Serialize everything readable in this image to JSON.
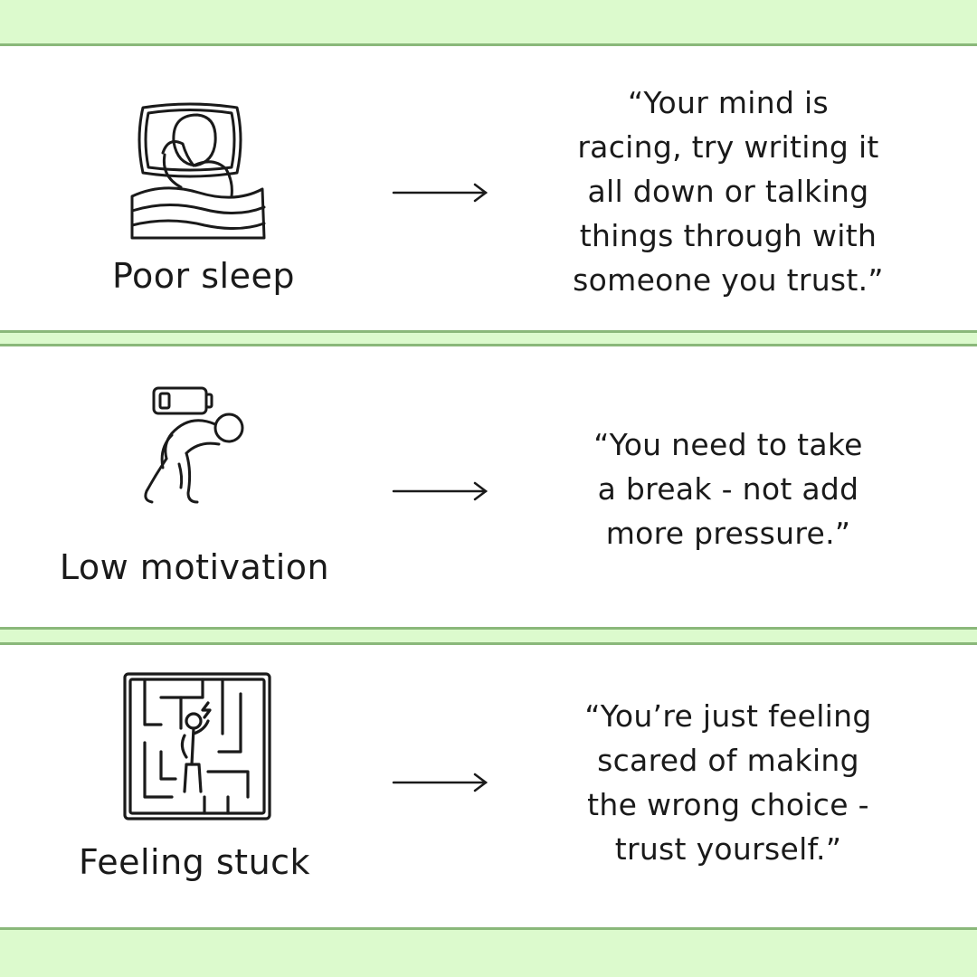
{
  "rows": [
    {
      "label": "Poor sleep",
      "icon": "sleeping-person-icon",
      "quote": "“Your mind is\nracing, try writing it\nall down or talking\nthings through with\nsomeone you trust.”"
    },
    {
      "label": "Low motivation",
      "icon": "tired-person-low-battery-icon",
      "quote": "“You need to take\na break - not add\nmore pressure.”"
    },
    {
      "label": "Feeling stuck",
      "icon": "person-in-maze-icon",
      "quote": "“You’re just feeling\nscared of making\nthe wrong choice -\ntrust yourself.”"
    }
  ],
  "colors": {
    "background": "#dcfacd",
    "panel": "#ffffff",
    "border": "#8ab87a",
    "ink": "#1a1a1a"
  }
}
